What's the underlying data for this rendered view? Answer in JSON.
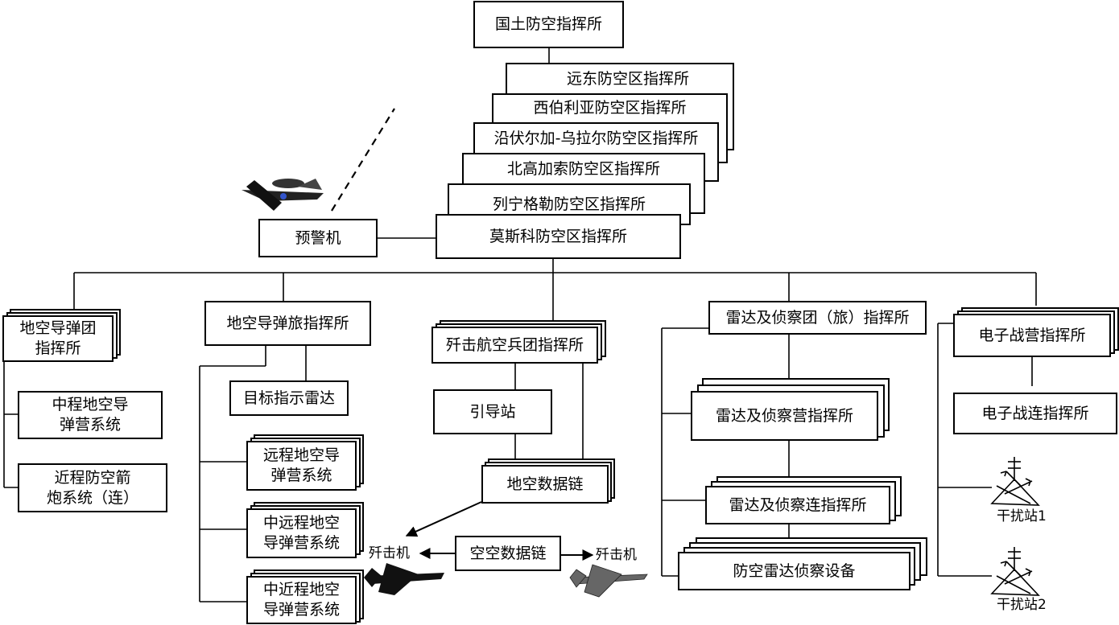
{
  "nodes": {
    "national": "国土防空指挥所",
    "far_east": "远东防空区指挥所",
    "siberia": "西伯利亚防空区指挥所",
    "volga_ural": "沿伏尔加-乌拉尔防空区指挥所",
    "north_caucasus": "北高加索防空区指挥所",
    "leningrad": "列宁格勒防空区指挥所",
    "moscow": "莫斯科防空区指挥所",
    "aew": "预警机",
    "sam_regiment": "地空导弹团\n指挥所",
    "mr_sam_battalion": "中程地空导\n弹营系统",
    "sr_ad_system": "近程防空箭\n炮系统（连）",
    "sam_brigade": "地空导弹旅指挥所",
    "target_radar": "目标指示雷达",
    "lr_sam_battalion": "远程地空导\n弹营系统",
    "mlr_sam_battalion": "中远程地空\n导弹营系统",
    "msr_sam_battalion": "中近程地空\n导弹营系统",
    "fighter_division": "歼击航空兵团指挥所",
    "guidance_station": "引导站",
    "ground_air_datalink": "地空数据链",
    "air_air_datalink": "空空数据链",
    "fighter_left": "歼击机",
    "fighter_right": "歼击机",
    "radar_regiment": "雷达及侦察团（旅）指挥所",
    "radar_battalion": "雷达及侦察营指挥所",
    "radar_company": "雷达及侦察连指挥所",
    "ad_radar_equipment": "防空雷达侦察设备",
    "ew_battalion": "电子战营指挥所",
    "ew_company": "电子战连指挥所",
    "jammer_1": "干扰站1",
    "jammer_2": "干扰站2"
  }
}
